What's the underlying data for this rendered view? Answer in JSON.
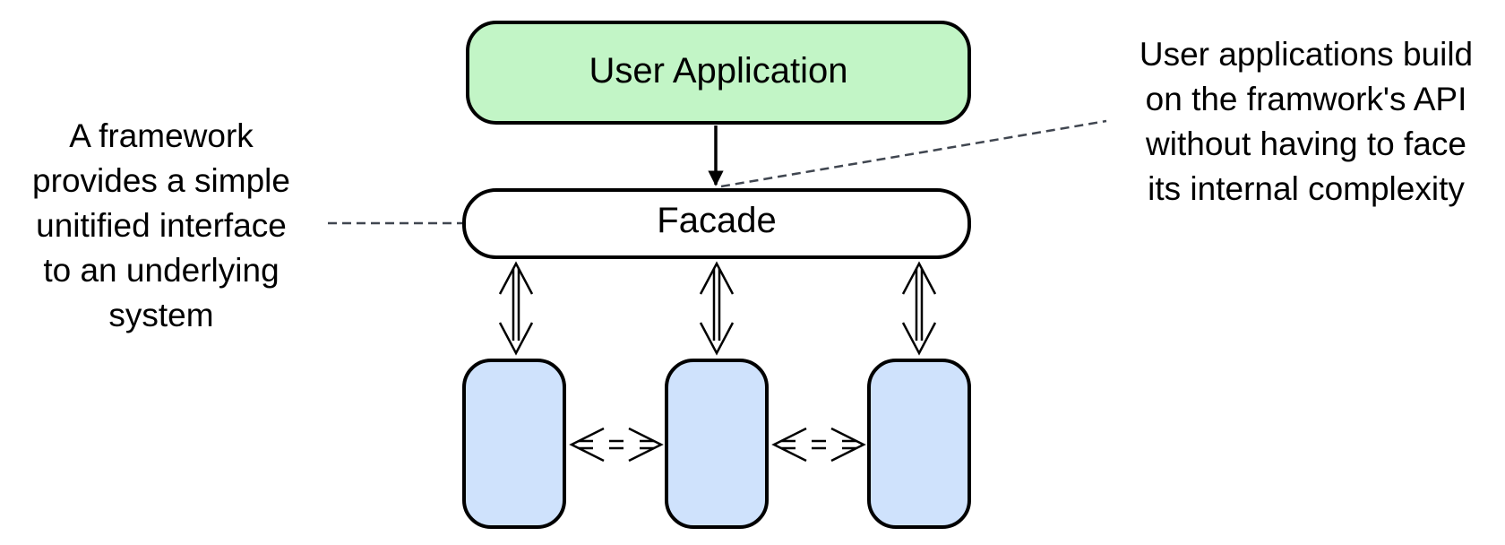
{
  "diagram": {
    "user_application_label": "User Application",
    "facade_label": "Facade",
    "left_note_lines": [
      "A framework",
      "provides a simple",
      "unitified interface",
      "to an underlying",
      "system"
    ],
    "right_note_lines": [
      "User applications build",
      "on the framwork's API",
      "without having to face",
      "its internal complexity"
    ],
    "subsystem_count": 3
  },
  "colors": {
    "user_application_fill": "#c2f5c6",
    "subsystem_fill": "#cfe2fc",
    "facade_fill": "#ffffff",
    "stroke": "#000000",
    "connector_dashed": "#404650"
  }
}
